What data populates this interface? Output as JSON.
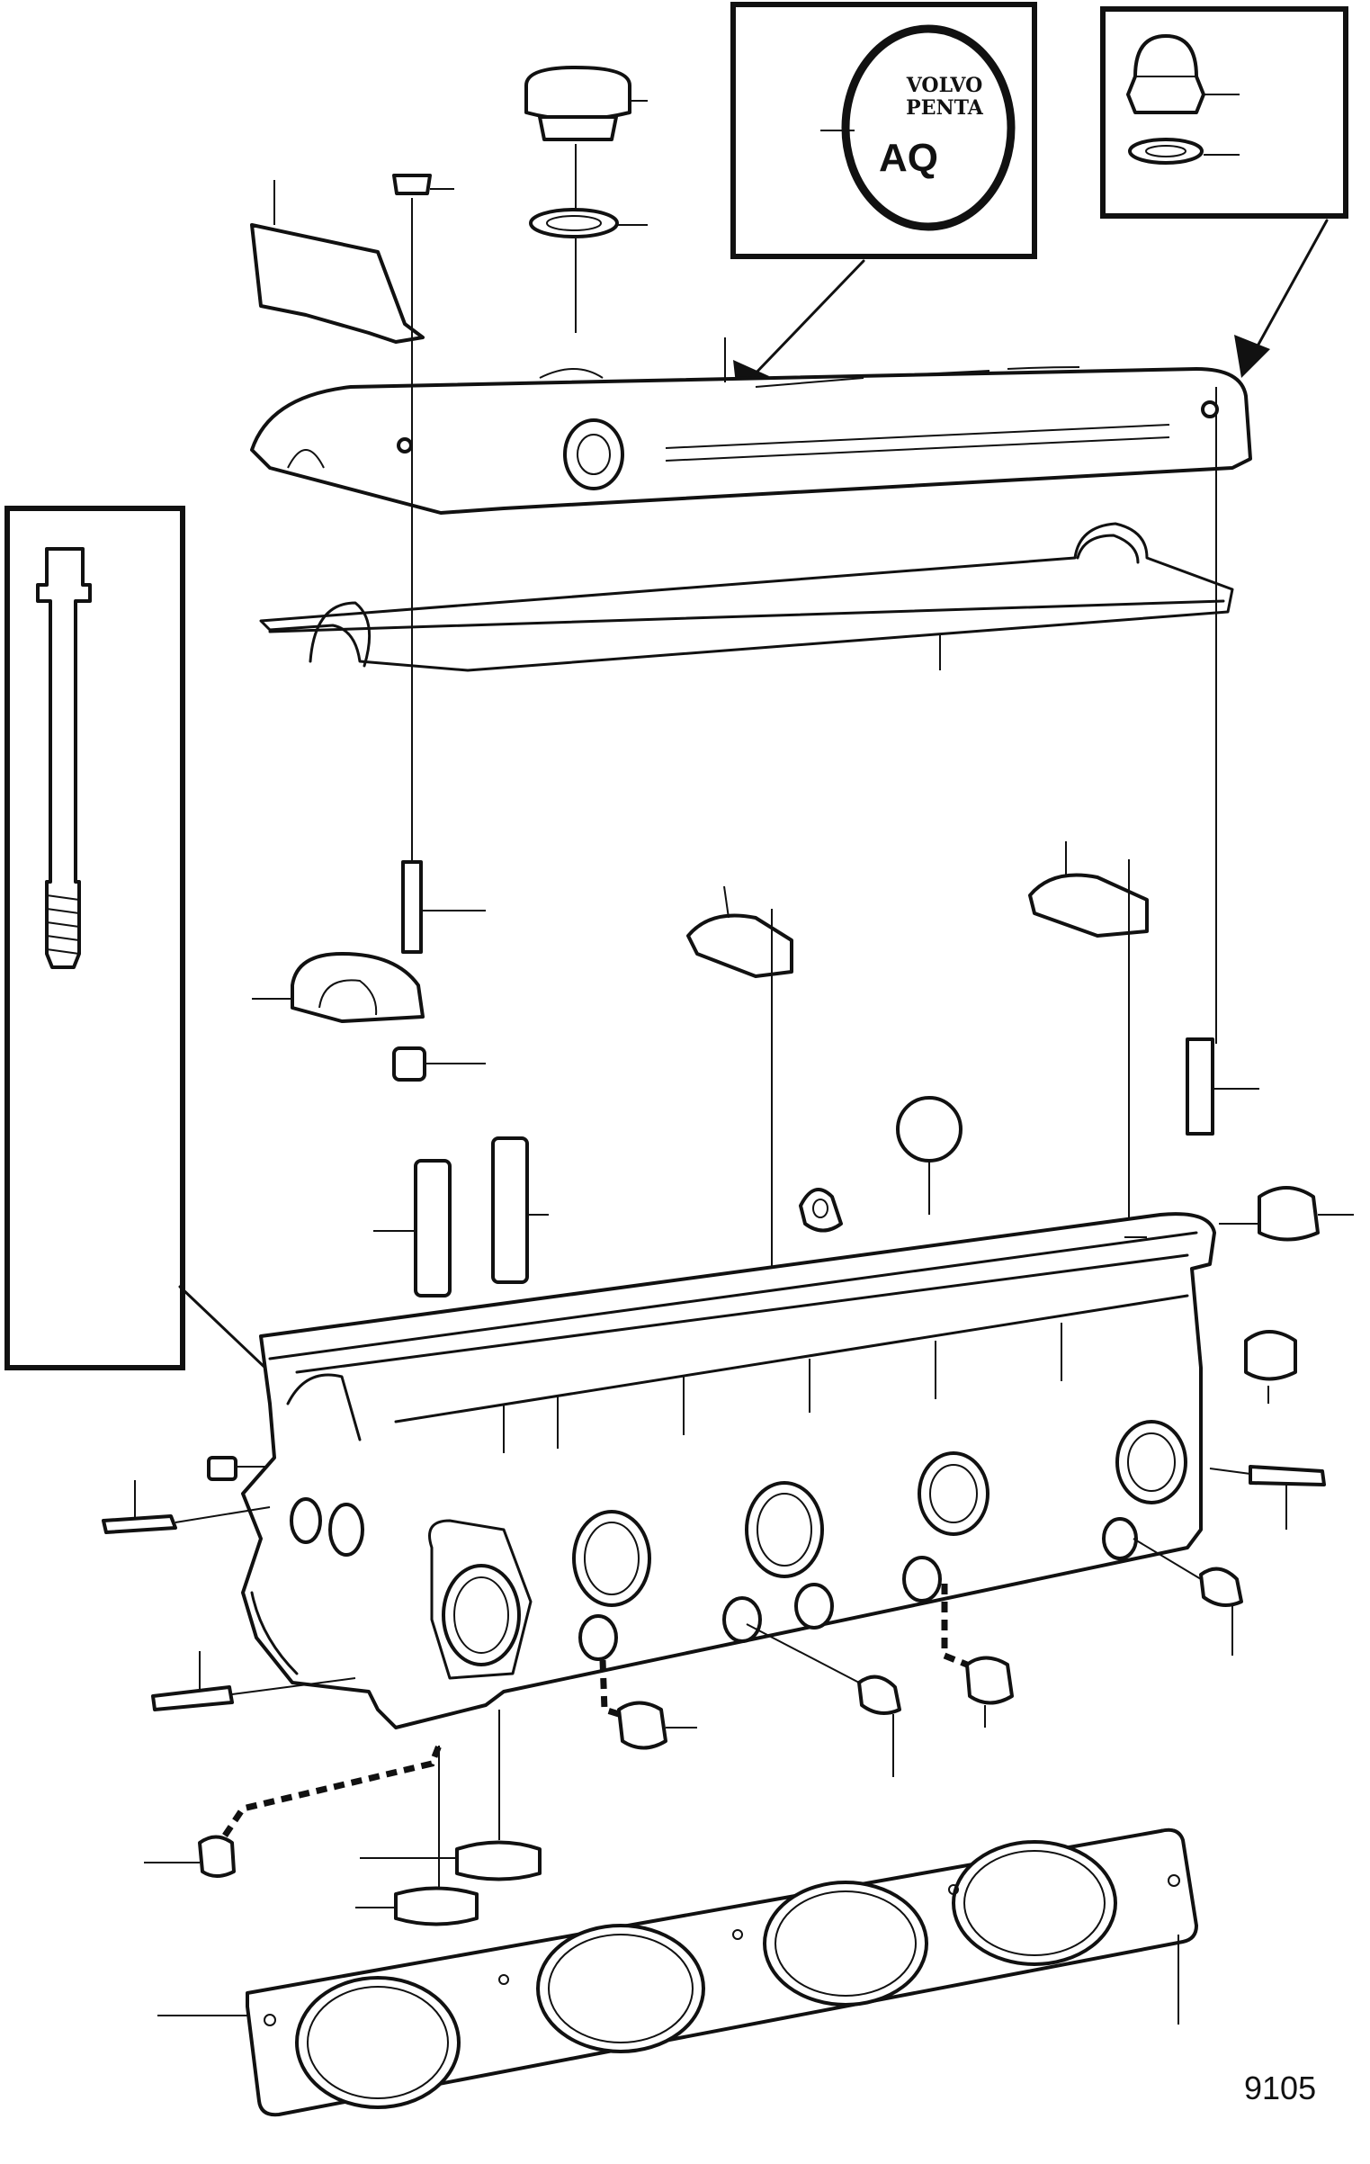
{
  "figure_number": "9105",
  "logo": {
    "line1": "VOLVO",
    "line2": "PENTA",
    "line3": "AQ"
  }
}
